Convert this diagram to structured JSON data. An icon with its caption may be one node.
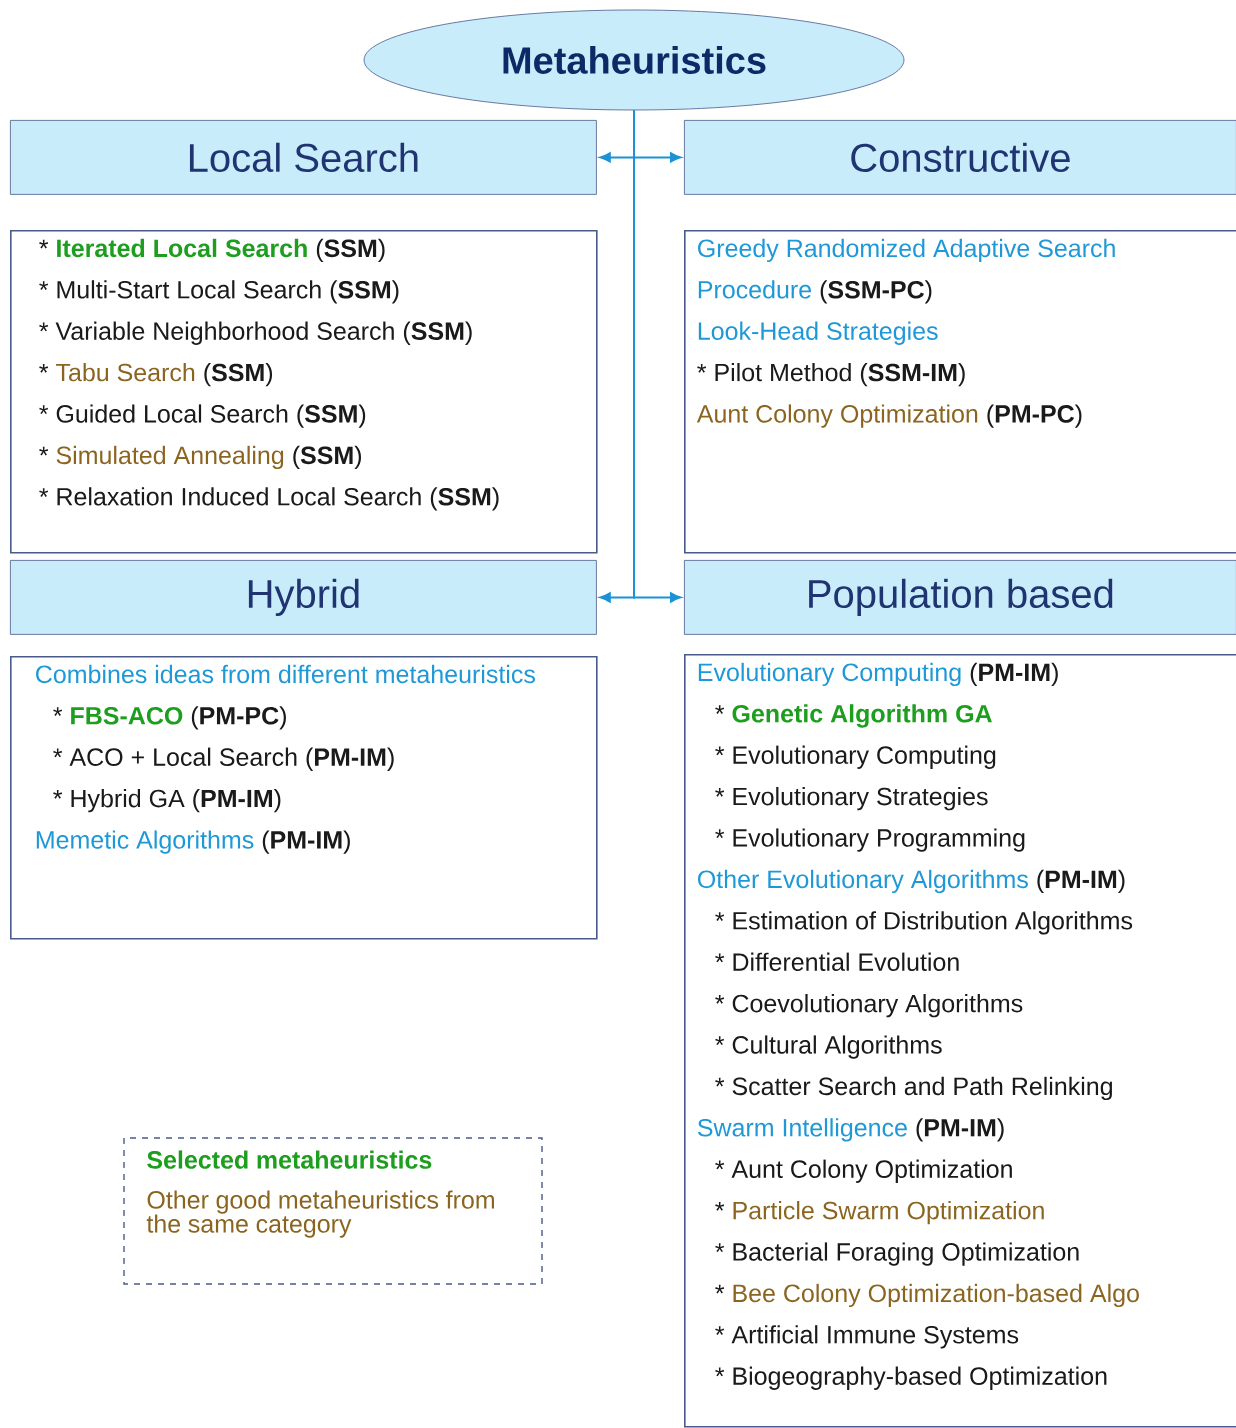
{
  "diagram": {
    "nodes": [
      {
        "text": [
          "Metaheuristics"
        ]
      },
      {
        "text": [
          "Local Search"
        ]
      },
      {
        "text": [
          "Constructive"
        ]
      },
      {
        "text": [
          "*",
          "Iterated Local Search",
          "(**SSM**)",
          "* Multi-Start Local Search (**SSM**)",
          "* Variable Neighborhood Search (**SSM**)",
          "*",
          "Tabu Search",
          "(**SSM**)",
          "* Guided Local Search (**SSM**)",
          "*",
          "Simulated Annealing",
          "(**SSM**)",
          "* Relaxation Induced Local Search (**SSM**)"
        ]
      },
      {
        "text": [
          "Greedy Randomized Adaptive Search Procedure",
          "(**SSM-PC**)",
          "Look-Head Strategies",
          "* Pilot Method (**SSM-IM**)",
          "Aunt Colony Optimization",
          "(**PM-PC**)"
        ]
      },
      {
        "text": [
          "Hybrid"
        ]
      },
      {
        "text": [
          "Population based"
        ]
      },
      {
        "text": [
          "Combines ideas from different metaheuristics",
          "*",
          "FBS-ACO",
          "(**PM-PC**)",
          "* ACO + Local Search (**PM-IM**)",
          "* Hybrid GA (**PM-IM**)",
          "Memetic Algorithms",
          "(**PM-IM**)"
        ]
      },
      {
        "text": [
          "Evolutionary Computing",
          "(**PM-IM**)",
          "*",
          "Genetic Algorithm GA",
          "* Evolutionary Computing",
          "* Evolutionary Strategies",
          "* Evolutionary Programming",
          "Other Evolutionary Algorithms",
          "(**PM-IM**)",
          "* Estimation of Distribution Algorithms",
          "* Differential Evolution",
          "* Coevolutionary Algorithms",
          "* Cultural Algorithms",
          "* Scatter Search and Path Relinking",
          "Swarm Intelligence",
          "(**PM-IM**)",
          "* Aunt Colony Optimization",
          "*",
          "Particle Swarm Optimization",
          "* Bacterial Foraging Optimization",
          "*",
          "Bee Colony Optimization-based Algo",
          "* Artificial Immune Systems",
          "* Biogeography-based Optimization"
        ]
      }
    ],
    "edges": [
      {
        "from": 0,
        "to": 1,
        "arrow": "to"
      },
      {
        "from": 0,
        "to": 2,
        "arrow": "to"
      },
      {
        "from": 0,
        "to": 5,
        "arrow": "to"
      },
      {
        "from": 0,
        "to": 6,
        "arrow": "to"
      }
    ],
    "legend": [
      {
        "text": "Selected metaheuristics",
        "color": "#1e9e1e"
      },
      {
        "text": "Other good metaheuristics from the same category",
        "color": "#8b6520"
      }
    ]
  }
}
